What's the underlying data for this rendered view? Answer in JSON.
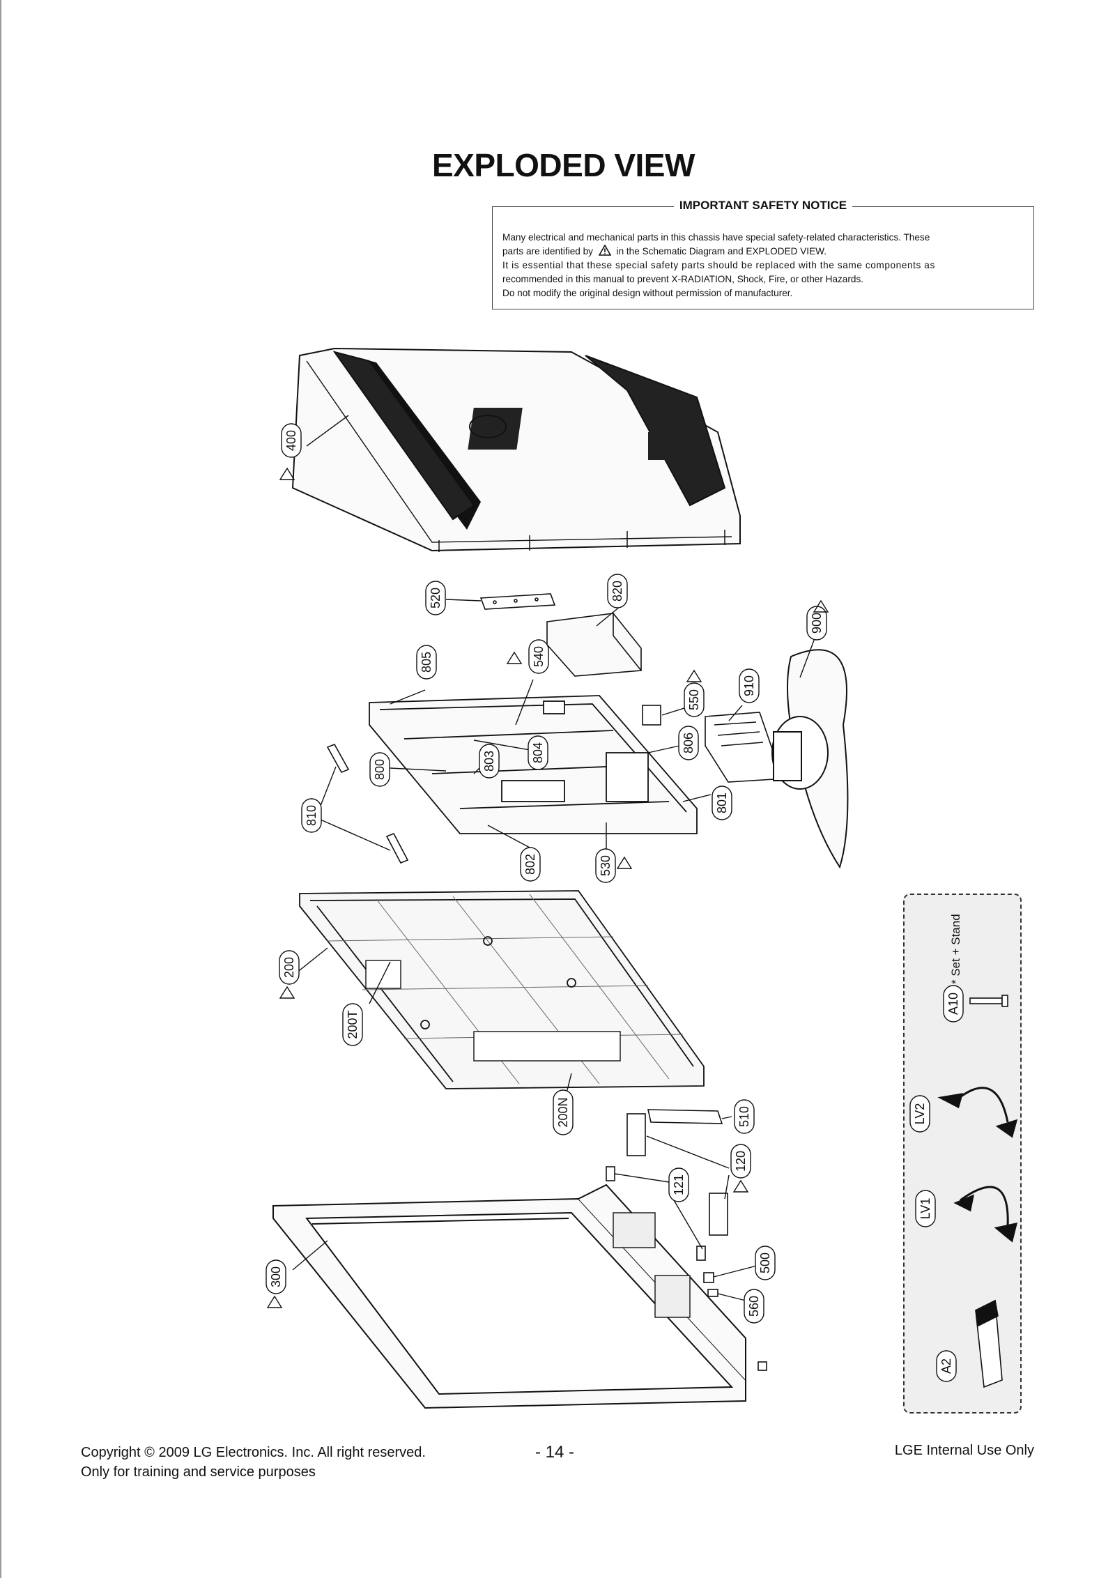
{
  "page": {
    "title": "EXPLODED VIEW"
  },
  "safety_notice": {
    "heading": "IMPORTANT SAFETY NOTICE",
    "line1": "Many electrical and mechanical parts in this chassis have special safety-related characteristics. These",
    "line2a": "parts are identified by",
    "line2b": "in the Schematic Diagram and EXPLODED VIEW.",
    "line3": "It is essential that these special safety parts should be replaced with the same components as",
    "line4": "recommended in this manual to prevent X-RADIATION, Shock, Fire, or other Hazards.",
    "line5": "Do not modify the original design without permission of manufacturer."
  },
  "callouts": {
    "c400": "400",
    "c520": "520",
    "c820": "820",
    "c900": "900",
    "c805": "805",
    "c540": "540",
    "c550": "550",
    "c910": "910",
    "c804": "804",
    "c806": "806",
    "c803": "803",
    "c800": "800",
    "c810": "810",
    "c801": "801",
    "c802": "802",
    "c530": "530",
    "c200": "200",
    "c200T": "200T",
    "c200N": "200N",
    "c510": "510",
    "c120": "120",
    "c121": "121",
    "c300": "300",
    "c500": "500",
    "c560": "560"
  },
  "accessory_box": {
    "note": "* Set + Stand",
    "items": {
      "a10": "A10",
      "lv2": "LV2",
      "lv1": "LV1",
      "a2": "A2"
    }
  },
  "footer": {
    "copyright_line1": "Copyright  © 2009 LG Electronics. Inc. All right reserved.",
    "copyright_line2": "Only for training and service purposes",
    "page_number": "- 14 -",
    "internal": "LGE Internal Use Only"
  }
}
